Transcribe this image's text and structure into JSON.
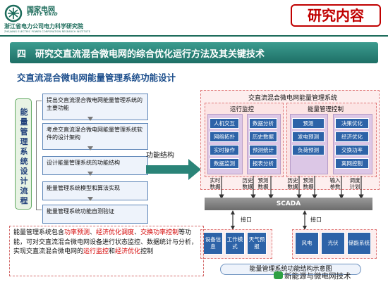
{
  "header": {
    "brand_cn": "国家电网",
    "brand_en": "STATE GRID",
    "institute_cn": "浙江省电力公司电力科学研究院",
    "institute_en": "ZHEJIANG ELECTRIC POWER CORPORATION RESEARCH INSTITUTE",
    "section_tag": "研究内容"
  },
  "banner": {
    "number": "四",
    "text": "研究交直流混合微电网的综合优化运行方法及其关键技术"
  },
  "subtitle": "交直流混合微电网能量管理系统功能设计",
  "flow": {
    "vertical_label": [
      "能",
      "量",
      "管",
      "理",
      "系",
      "统",
      "设",
      "计",
      "流",
      "程"
    ],
    "steps": [
      "提出交直流混合微电网能量管理系统的主要功能",
      "考虑交直流混合微电网能量管理系统软件的设计架构",
      "设计能量管理系统的功能结构",
      "能量管理系统模型和算法实现",
      "能量管理系统功能自测验证"
    ]
  },
  "arrow_label": "功能结构",
  "architecture": {
    "title": "交直流混合微电网能量管理系统",
    "groups": [
      {
        "title": "运行监控",
        "columns": [
          [
            "人机交互",
            "网络拓扑",
            "实时操作",
            "数据监测"
          ],
          [
            "数据分析",
            "历史数据",
            "预测统计",
            "报表分析"
          ]
        ]
      },
      {
        "title": "能量管理控制",
        "columns": [
          [
            "预测",
            "发电预测",
            "负荷预测"
          ],
          [
            "决策优化",
            "经济优化",
            "交换功率",
            "离网控制"
          ]
        ]
      }
    ],
    "scada_links": [
      {
        "label": "实时数据"
      },
      {
        "label": "历史数据"
      },
      {
        "label": "预测数据"
      },
      {
        "label": "历史数据"
      },
      {
        "label": "预测数据"
      },
      {
        "label": "输入参数"
      },
      {
        "label": "调度计划"
      }
    ],
    "scada": "SCADA",
    "interface_label": "接口",
    "left_devices": [
      "设备信息",
      "工作模式",
      "天气预报"
    ],
    "right_devices": [
      "风电",
      "光伏",
      "储能系统"
    ],
    "caption": "能量管理系统功能结构示意图"
  },
  "description": {
    "segments": [
      {
        "text": "能量管理系统包含",
        "red": false
      },
      {
        "text": "功率预测",
        "red": true
      },
      {
        "text": "、",
        "red": false
      },
      {
        "text": "经济优化调度",
        "red": true
      },
      {
        "text": "、",
        "red": false
      },
      {
        "text": "交换功率控制",
        "red": true
      },
      {
        "text": "等功能，可对交直流混合微电网设备进行状态监控、数据统计与分析，实现交直流混合微电网的",
        "red": false
      },
      {
        "text": "运行监控",
        "red": true
      },
      {
        "text": "和",
        "red": false
      },
      {
        "text": "经济优化",
        "red": true
      },
      {
        "text": "控制",
        "red": false
      }
    ]
  },
  "watermark": "新能源与微电网技术",
  "colors": {
    "banner": "#2a8478",
    "module_blue": "#2d63a8",
    "accent_red": "#c00000",
    "scada_gray": "#8a8a8a"
  }
}
